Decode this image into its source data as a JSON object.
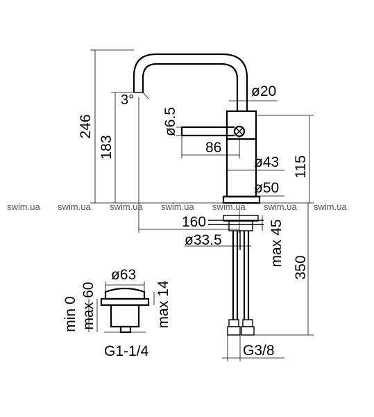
{
  "watermark": "swim.ua",
  "dimensions": {
    "total_height": "246",
    "spout_height": "183",
    "spout_angle": "3°",
    "tube_diameter": "ø20",
    "handle_diameter": "ø6.5",
    "handle_length": "86",
    "body_diameter": "ø43",
    "base_height": "115",
    "base_diameter": "ø50",
    "reach": "160",
    "mount_diameter": "ø33.5",
    "max_deck": "max 45",
    "hose_length": "350",
    "hose_thread": "G3/8"
  },
  "waste": {
    "cap_diameter": "ø63",
    "min_label": "min 0",
    "max_label": "max 60",
    "height": "max 14",
    "thread": "G1-1/4"
  }
}
